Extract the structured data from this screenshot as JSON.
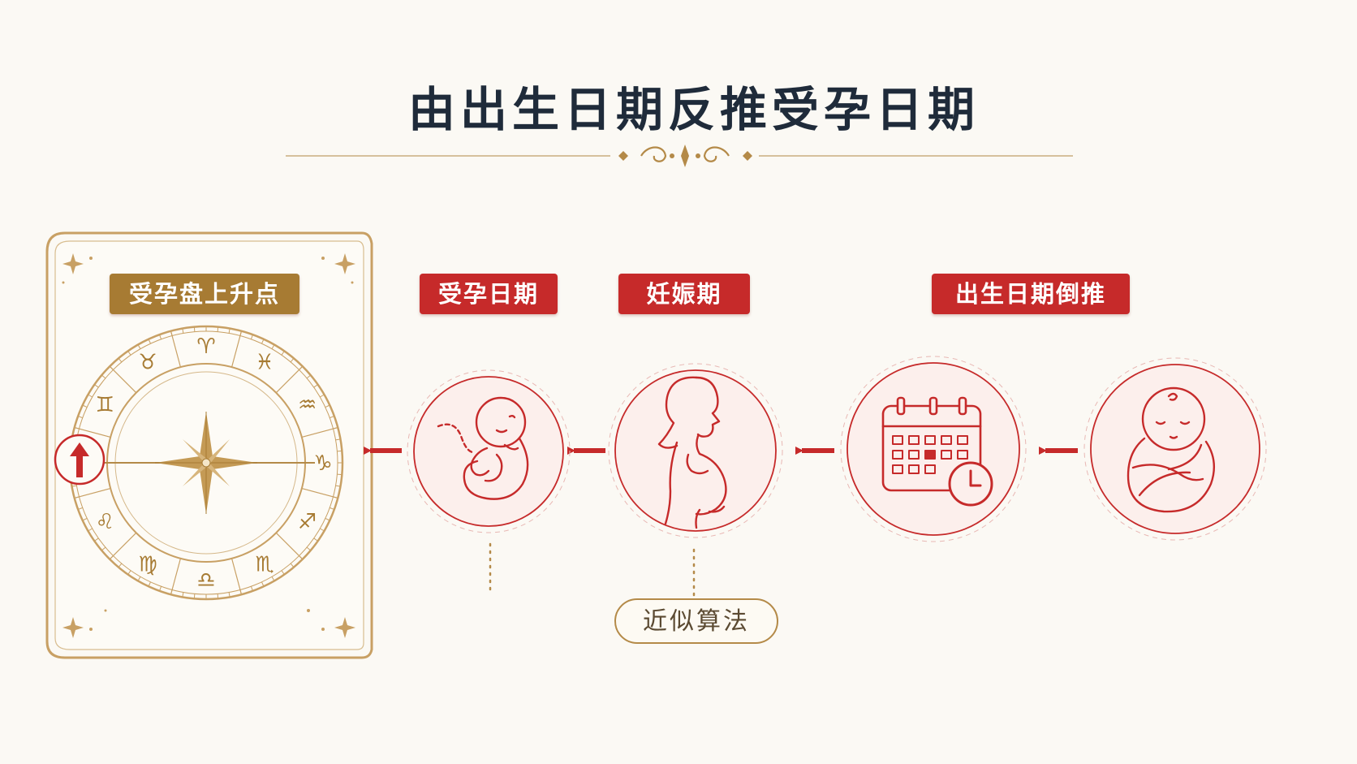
{
  "title": "由出生日期反推受孕日期",
  "labels": {
    "conception_ascendant": "受孕盘上升点",
    "conception_date": "受孕日期",
    "pregnancy": "妊娠期",
    "birth_reverse": "出生日期倒推"
  },
  "approx_label": "近似算法",
  "zodiac_glyphs": [
    "♈",
    "♉",
    "♊",
    "♋",
    "♌",
    "♍",
    "♎",
    "♏",
    "♐",
    "♑",
    "♒",
    "♓"
  ],
  "colors": {
    "red": "#c62a2a",
    "gold": "#b48a48",
    "gold_dark": "#a77b33",
    "circle_fill": "#fcefec",
    "text_dark": "#1f2b3a"
  },
  "icons": [
    "zodiac-wheel-icon",
    "fetus-icon",
    "pregnant-woman-icon",
    "calendar-clock-icon",
    "swaddled-baby-icon",
    "arrow-left-icon",
    "ascendant-arrow-icon"
  ]
}
